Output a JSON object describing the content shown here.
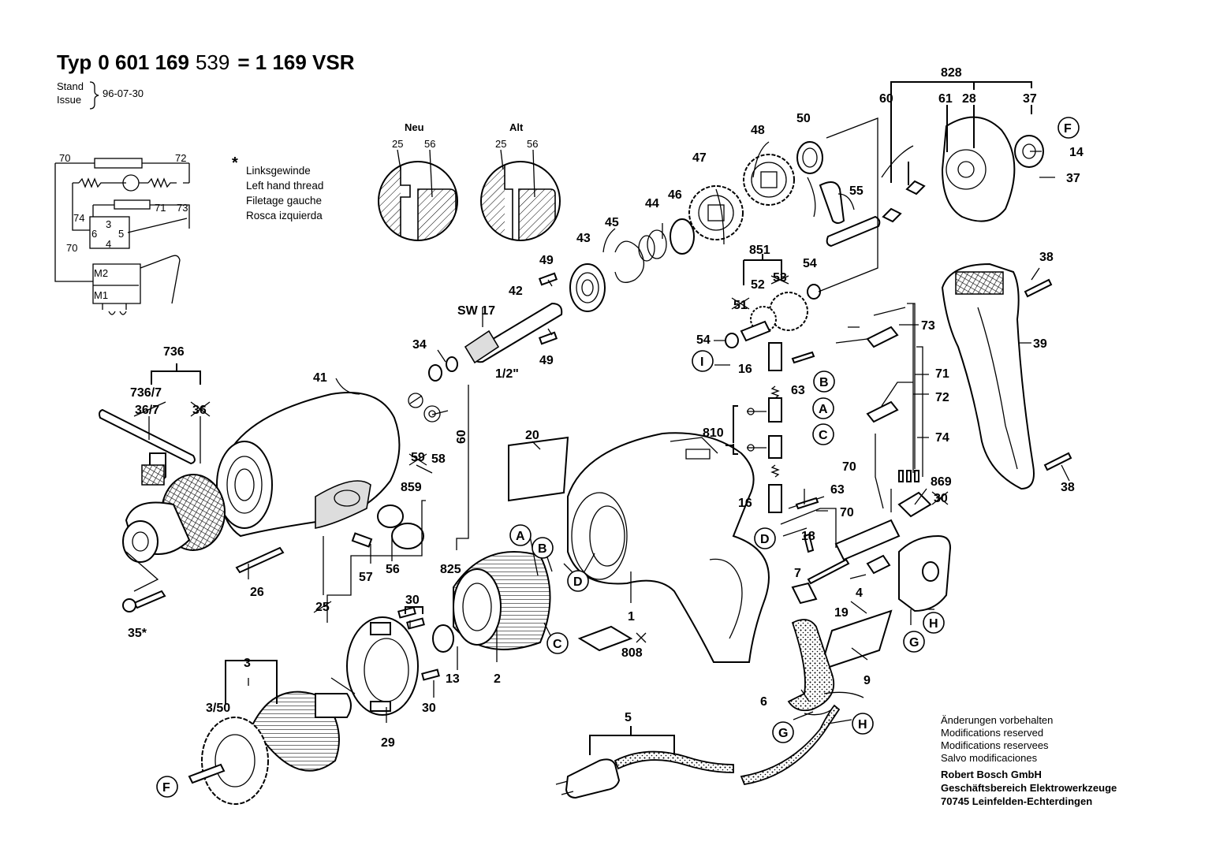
{
  "header": {
    "typ_word": "Typ",
    "typ_number_bold": "0 601 169",
    "typ_number_tail": "539",
    "equals_model": "= 1 169 VSR",
    "stand_label": "Stand",
    "issue_label": "Issue",
    "date": "96-07-30"
  },
  "thread_note": {
    "asterisk": "*",
    "lines": [
      "Linksgewinde",
      "Left hand thread",
      "Filetage gauche",
      "Rosca izquierda"
    ]
  },
  "detail": {
    "new_title": "Neu",
    "old_title": "Alt",
    "new_labels": [
      "25",
      "56"
    ],
    "old_labels": [
      "25",
      "56"
    ]
  },
  "wiring": {
    "labels": [
      "70",
      "72",
      "74",
      "71",
      "73",
      "70",
      "3",
      "6",
      "5",
      "4",
      "M2",
      "M1"
    ]
  },
  "parts": [
    "828",
    "60",
    "61",
    "28",
    "37",
    "F",
    "14",
    "37",
    "50",
    "48",
    "47",
    "55",
    "44",
    "46",
    "45",
    "43",
    "49",
    "42",
    "SW 17",
    "34",
    "1/2\"",
    "49",
    "851",
    "52",
    "53",
    "51",
    "54",
    "54",
    "I",
    "73",
    "16",
    "63",
    "B",
    "71",
    "A",
    "72",
    "C",
    "810",
    "74",
    "70",
    "16",
    "63",
    "70",
    "869",
    "30",
    "D",
    "18",
    "7",
    "4",
    "19",
    "H",
    "G",
    "9",
    "38",
    "39",
    "38",
    "736",
    "736/7",
    "36/7",
    "36",
    "41",
    "59",
    "58",
    "859",
    "60",
    "20",
    "57",
    "56",
    "825",
    "26",
    "25",
    "35*",
    "A",
    "B",
    "D",
    "C",
    "808",
    "1",
    "30",
    "30",
    "13",
    "2",
    "3",
    "3/50",
    "29",
    "F",
    "5",
    "6",
    "G",
    "H"
  ],
  "footer": {
    "lines": [
      "Änderungen vorbehalten",
      "Modifications reserved",
      "Modifications reservees",
      "Salvo modificaciones"
    ],
    "company": [
      "Robert Bosch GmbH",
      "Geschäftsbereich Elektrowerkzeuge",
      "70745 Leinfelden-Echterdingen"
    ]
  }
}
